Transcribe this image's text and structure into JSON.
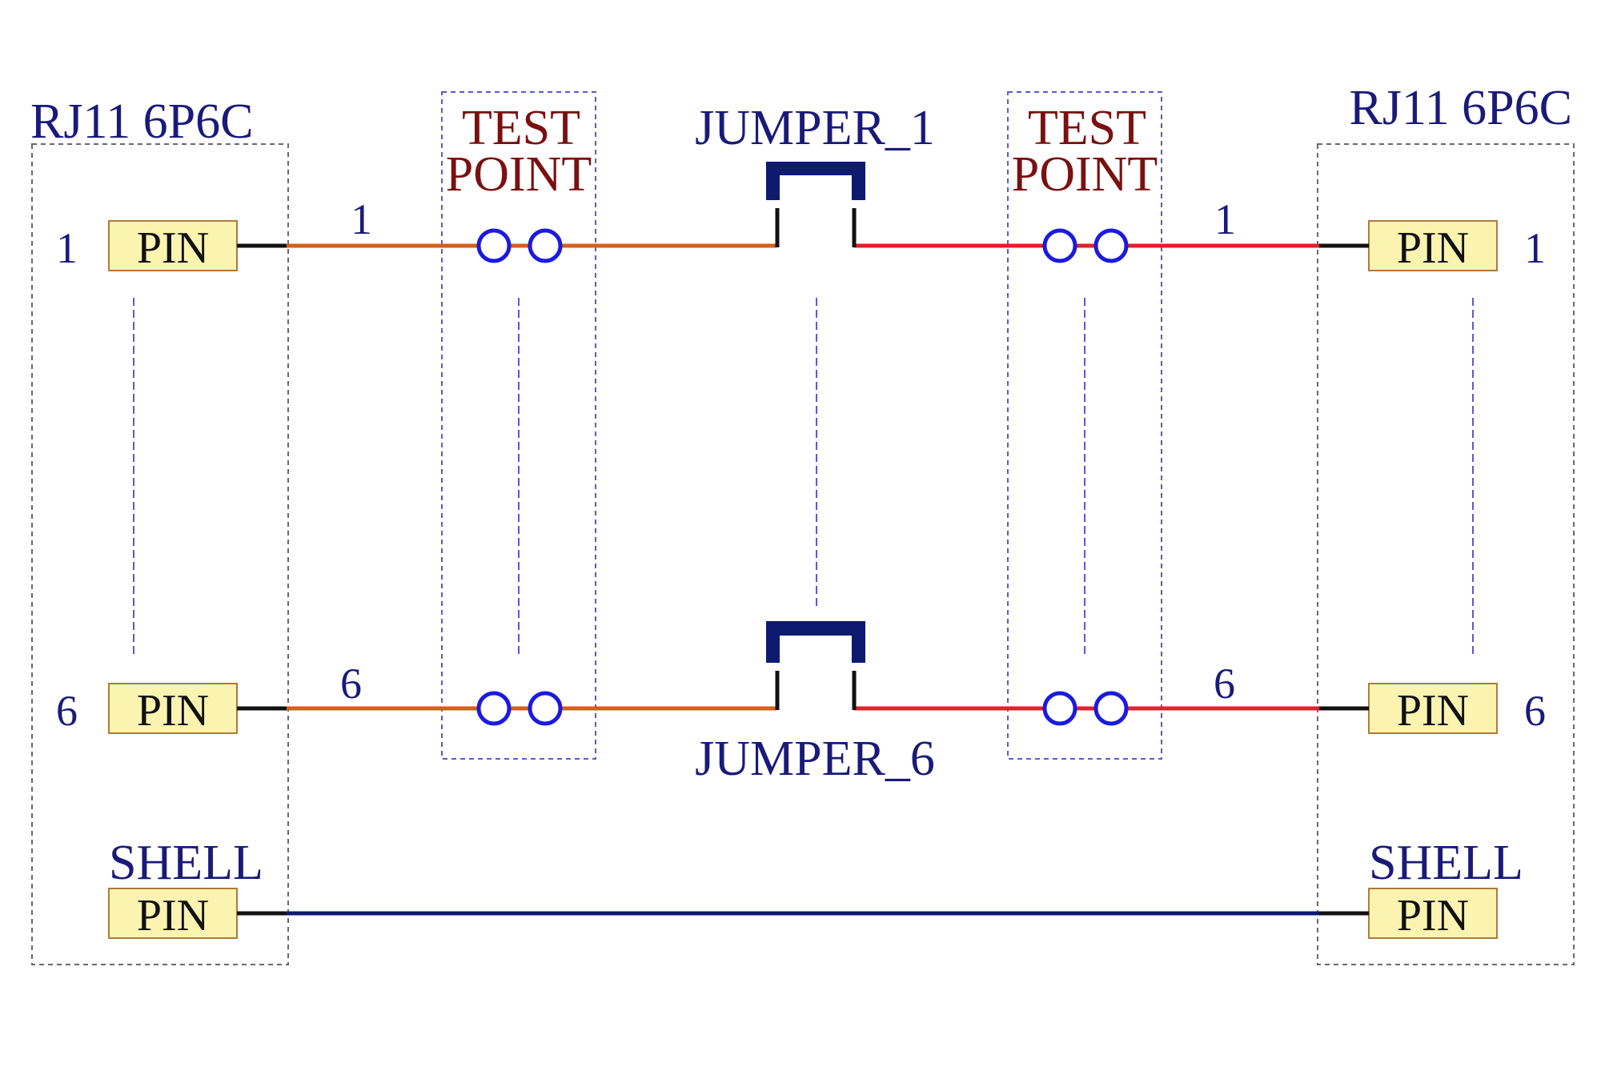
{
  "colors": {
    "label_blue": "#1a1a7a",
    "label_red": "#7a1010",
    "wire_orange": "#d35f1b",
    "wire_red": "#e0202a",
    "wire_navy": "#0d1a70",
    "lead_black": "#111111",
    "pin_fill": "#fbf3b0",
    "pin_border": "#b07a3a",
    "testpoint_ring": "#1a1ae0",
    "jumper": "#0d1a70",
    "dashed_border": "#6a6a6a",
    "dashed_blue": "#5a5ad0"
  },
  "left_connector": {
    "title": "RJ11 6P6C",
    "pin_label": "PIN",
    "top_pin_number": "1",
    "bottom_pin_number": "6",
    "shell_label": "SHELL"
  },
  "right_connector": {
    "title": "RJ11 6P6C",
    "pin_label": "PIN",
    "top_pin_number": "1",
    "bottom_pin_number": "6",
    "shell_label": "SHELL"
  },
  "test_point_left": {
    "line1": "TEST",
    "line2": "POINT"
  },
  "test_point_right": {
    "line1": "TEST",
    "line2": "POINT"
  },
  "jumpers": {
    "top": "JUMPER_1",
    "bottom": "JUMPER_6"
  },
  "wire_labels": {
    "left_top": "1",
    "left_bottom": "6",
    "right_top": "1",
    "right_bottom": "6"
  }
}
